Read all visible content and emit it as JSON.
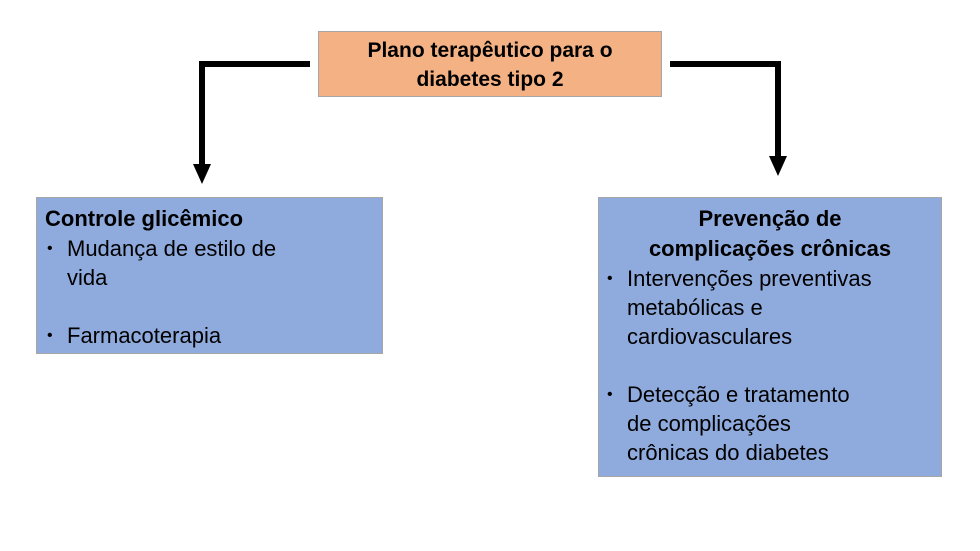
{
  "top": {
    "title_line1": "Plano terapêutico para o",
    "title_line2": "diabetes tipo 2"
  },
  "left": {
    "title": "Controle glicêmico",
    "items": [
      {
        "line1": "Mudança de estilo de",
        "line2": "vida"
      },
      {
        "line1": "Farmacoterapia"
      }
    ]
  },
  "right": {
    "title_line1": "Prevenção de",
    "title_line2": "complicações crônicas",
    "items": [
      {
        "line1": "Intervenções preventivas",
        "line2": "metabólicas e",
        "line3": "cardiovasculares"
      },
      {
        "line1": "Detecção e tratamento",
        "line2": "de complicações",
        "line3": "crônicas do diabetes"
      }
    ]
  },
  "colors": {
    "top_fill": "#f4b183",
    "box_fill": "#8faadc",
    "connector": "#000000"
  }
}
